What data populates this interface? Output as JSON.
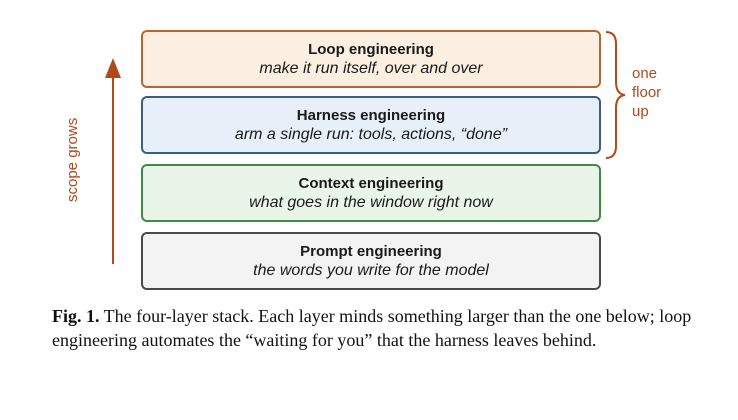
{
  "layers": [
    {
      "title": "Loop engineering",
      "subtitle": "make it run itself, over and over"
    },
    {
      "title": "Harness engineering",
      "subtitle": "arm a single run: tools, actions, “done”"
    },
    {
      "title": "Context engineering",
      "subtitle": "what goes in the window right now"
    },
    {
      "title": "Prompt engineering",
      "subtitle": "the words you write for the model"
    }
  ],
  "arrow": {
    "label": "scope grows",
    "color": "#b04a1d"
  },
  "brace": {
    "line1": "one",
    "line2": "floor",
    "line3": "up",
    "color": "#b04a1d"
  },
  "colors": {
    "loop_fill": "#fbefe2",
    "loop_border": "#b9652f",
    "harness_fill": "#e7f0f9",
    "harness_border": "#3a5f87",
    "context_fill": "#e9f5e8",
    "context_border": "#3f8a44",
    "prompt_fill": "#f3f3f3",
    "prompt_border": "#4a4a4a"
  },
  "caption": {
    "label": "Fig. 1.",
    "text": " The four-layer stack. Each layer minds something larger than the one below; loop engineering automates the “waiting for you” that the harness leaves behind."
  }
}
